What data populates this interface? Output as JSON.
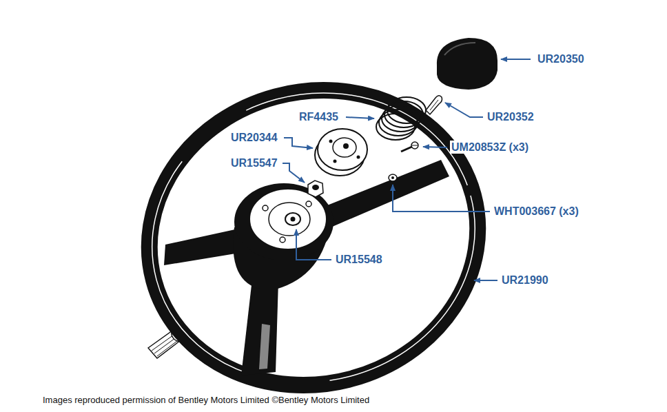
{
  "diagram": {
    "caption": "Images reproduced permission of Bentley Motors Limited ©Bentley Motors Limited",
    "labels": [
      "UR20350",
      "UR20352",
      "RF4435",
      "UR20344",
      "UM20853Z (x3)",
      "UR15547",
      "WHT003667 (x3)",
      "UR15548",
      "UR21990"
    ]
  }
}
